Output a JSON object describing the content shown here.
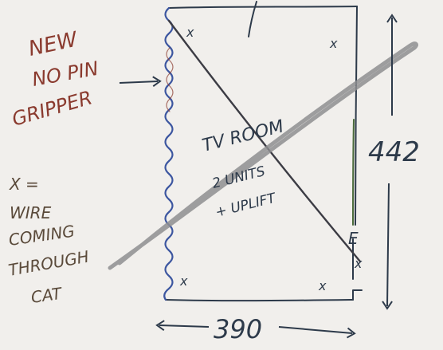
{
  "labels": {
    "gripper_line1": "NEW",
    "gripper_line2": "NO PIN",
    "gripper_line3": "GRIPPER",
    "room_line1": "TV ROOM",
    "room_line2": "2 UNITS",
    "room_line3": "+ UPLIFT",
    "legend_line1": "X =",
    "legend_line2": "WIRE",
    "legend_line3": "COMING",
    "legend_line4": "THROUGH",
    "legend_line5": "CAT",
    "wall_mark": "E",
    "height_dim": "442",
    "width_dim": "390",
    "x_mark": "x"
  },
  "colors": {
    "paper": "#f1efec",
    "pencil_dark": "#2d3a4a",
    "pencil_blue": "#3c56a0",
    "pencil_gray": "#8e8e90",
    "pencil_red": "#8a3a2e",
    "pencil_green": "#4a6a3a"
  }
}
